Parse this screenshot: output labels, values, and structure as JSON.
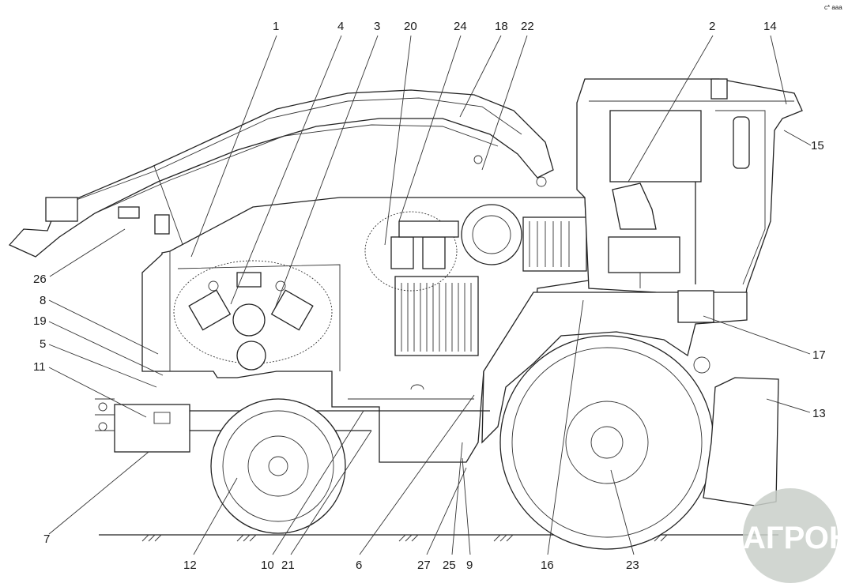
{
  "diagram": {
    "corner_text": "c* aaa",
    "watermark": "АГРОНКЛ",
    "callouts": [
      {
        "id": "c1",
        "label": "1"
      },
      {
        "id": "c4",
        "label": "4"
      },
      {
        "id": "c3",
        "label": "3"
      },
      {
        "id": "c20",
        "label": "20"
      },
      {
        "id": "c24",
        "label": "24"
      },
      {
        "id": "c18",
        "label": "18"
      },
      {
        "id": "c22",
        "label": "22"
      },
      {
        "id": "c2",
        "label": "2"
      },
      {
        "id": "c14",
        "label": "14"
      },
      {
        "id": "c15",
        "label": "15"
      },
      {
        "id": "c26",
        "label": "26"
      },
      {
        "id": "c8",
        "label": "8"
      },
      {
        "id": "c19",
        "label": "19"
      },
      {
        "id": "c5",
        "label": "5"
      },
      {
        "id": "c11",
        "label": "11"
      },
      {
        "id": "c17",
        "label": "17"
      },
      {
        "id": "c13",
        "label": "13"
      },
      {
        "id": "c7",
        "label": "7"
      },
      {
        "id": "c12",
        "label": "12"
      },
      {
        "id": "c10",
        "label": "10"
      },
      {
        "id": "c21",
        "label": "21"
      },
      {
        "id": "c6",
        "label": "6"
      },
      {
        "id": "c27",
        "label": "27"
      },
      {
        "id": "c25",
        "label": "25"
      },
      {
        "id": "c9",
        "label": "9"
      },
      {
        "id": "c16",
        "label": "16"
      },
      {
        "id": "c23",
        "label": "23"
      }
    ]
  }
}
